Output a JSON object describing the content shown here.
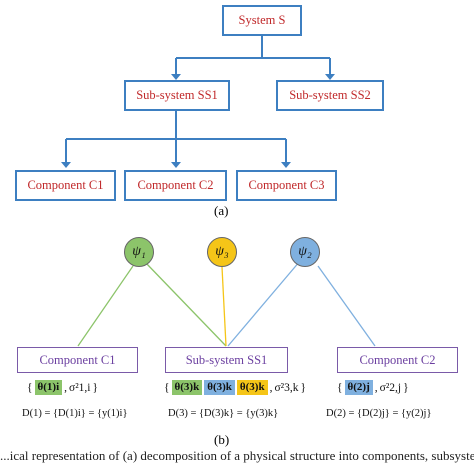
{
  "part_a": {
    "system": "System S",
    "subsystem_1": "Sub-system SS1",
    "subsystem_2": "Sub-system SS2",
    "component_1": "Component C1",
    "component_2": "Component C2",
    "component_3": "Component C3",
    "label": "(a)"
  },
  "part_b": {
    "psi_1": "ψ₁",
    "psi_3": "ψ₃",
    "psi_2": "ψ₂",
    "component_1": "Component C1",
    "subsystem_1": "Sub-system SS1",
    "component_2": "Component C2",
    "params_c1": {
      "theta": "θ(1)i",
      "sigma": "σ²1,i"
    },
    "params_ss1": {
      "theta_a": "θ(3)k",
      "theta_b": "θ(3)k",
      "theta_c": "θ(3)k",
      "sigma": "σ²3,k"
    },
    "params_c2": {
      "theta": "θ(2)j",
      "sigma": "σ²2,j"
    },
    "data_c1": "D(1) = {D(1)i} = {y(1)i}",
    "data_ss1": "D(3) = {D(3)k} = {y(3)k}",
    "data_c2": "D(2) = {D(2)j} = {y(2)j}",
    "label": "(b)"
  },
  "colors": {
    "box_border": "#3d7fc1",
    "box_text": "#c0282a",
    "psi_1_fill": "#8cc46a",
    "psi_3_fill": "#f5c518",
    "psi_2_fill": "#7fb0df",
    "purple": "#7a5aa8"
  },
  "caption": "...ical representation of (a) decomposition of a physical structure into components, subsyste..."
}
